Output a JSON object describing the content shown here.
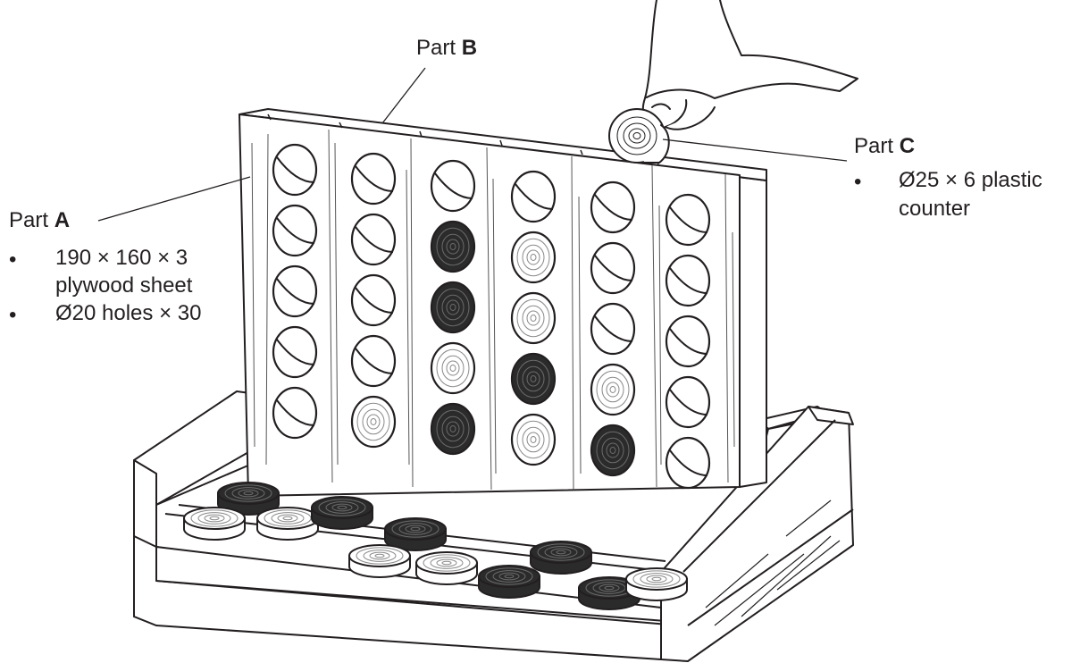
{
  "parts": {
    "a": {
      "prefix": "Part ",
      "letter": "A",
      "bullets": [
        "190 × 160 × 3",
        "plywood sheet",
        "Ø20 holes × 30"
      ]
    },
    "b": {
      "prefix": "Part ",
      "letter": "B"
    },
    "c": {
      "prefix": "Part ",
      "letter": "C",
      "bullets": [
        "Ø25 × 6 plastic",
        "counter"
      ]
    }
  },
  "bullet_char": "•",
  "colors": {
    "ink": "#231f20",
    "dark_counter": "#2b2b2b",
    "light_counter": "#ffffff"
  }
}
